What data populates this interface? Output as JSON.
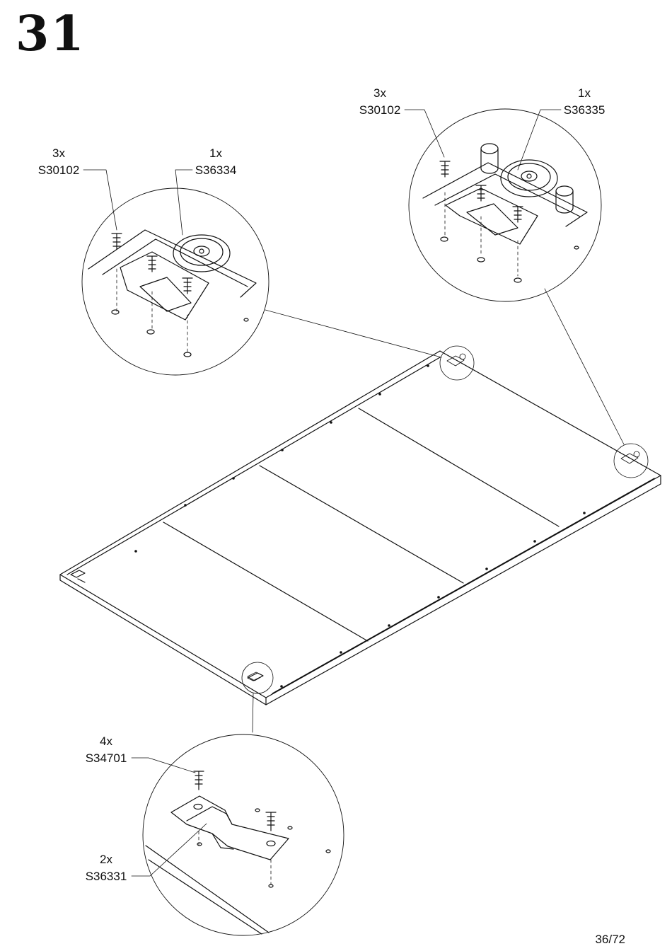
{
  "step": "31",
  "page_number": "36/72",
  "callouts": {
    "top_left": {
      "parts": [
        {
          "qty": "3x",
          "code": "S30102"
        },
        {
          "qty": "1x",
          "code": "S36334"
        }
      ]
    },
    "top_right": {
      "parts": [
        {
          "qty": "3x",
          "code": "S30102"
        },
        {
          "qty": "1x",
          "code": "S36335"
        }
      ]
    },
    "bottom": {
      "parts": [
        {
          "qty": "4x",
          "code": "S34701"
        },
        {
          "qty": "2x",
          "code": "S36331"
        }
      ]
    }
  }
}
